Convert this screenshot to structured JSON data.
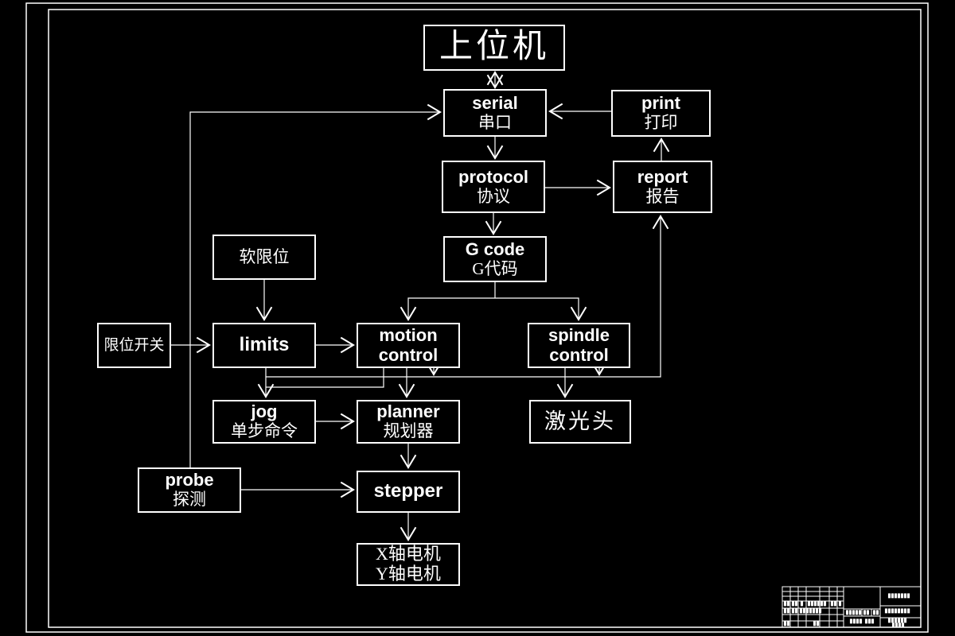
{
  "drawing": {
    "background_color": "#000000",
    "line_color": "#ffffff",
    "type": "CAD flowchart - laser CNC control system architecture"
  },
  "diagram": {
    "nodes": {
      "host": {
        "lines": [
          "上位机"
        ]
      },
      "serial": {
        "lines": [
          "serial",
          "串口"
        ]
      },
      "print": {
        "lines": [
          "print",
          "打印"
        ]
      },
      "protocol": {
        "lines": [
          "protocol",
          "协议"
        ]
      },
      "report": {
        "lines": [
          "report",
          "报告"
        ]
      },
      "gcode": {
        "lines": [
          "G code",
          "G代码"
        ]
      },
      "softlimit": {
        "lines": [
          "软限位"
        ]
      },
      "limitswitch": {
        "lines": [
          "限位开关"
        ]
      },
      "limits": {
        "lines": [
          "limits"
        ]
      },
      "motion": {
        "lines": [
          "motion",
          "control"
        ]
      },
      "spindle": {
        "lines": [
          "spindle",
          "control"
        ]
      },
      "jog": {
        "lines": [
          "jog",
          "单步命令"
        ]
      },
      "planner": {
        "lines": [
          "planner",
          "规划器"
        ]
      },
      "laser": {
        "lines": [
          "激光头"
        ]
      },
      "probe": {
        "lines": [
          "probe",
          "探测"
        ]
      },
      "stepper": {
        "lines": [
          "stepper"
        ]
      },
      "motors": {
        "lines": [
          "X轴电机",
          "Y轴电机"
        ]
      }
    },
    "edges": [
      {
        "from": "host",
        "to": "serial",
        "bidirectional": true
      },
      {
        "from": "print",
        "to": "serial"
      },
      {
        "from": "probe",
        "to": "serial"
      },
      {
        "from": "serial",
        "to": "protocol"
      },
      {
        "from": "protocol",
        "to": "report"
      },
      {
        "from": "report",
        "to": "print"
      },
      {
        "from": "protocol",
        "to": "gcode"
      },
      {
        "from": "gcode",
        "to": "motion"
      },
      {
        "from": "gcode",
        "to": "spindle"
      },
      {
        "from": "softlimit",
        "to": "limits"
      },
      {
        "from": "limitswitch",
        "to": "limits"
      },
      {
        "from": "limits",
        "to": "motion"
      },
      {
        "from": "limits",
        "to": "jog"
      },
      {
        "from": "motion",
        "to": "jog"
      },
      {
        "from": "motion",
        "to": "planner"
      },
      {
        "from": "motion",
        "to": "report"
      },
      {
        "from": "spindle",
        "to": "report"
      },
      {
        "from": "spindle",
        "to": "laser"
      },
      {
        "from": "jog",
        "to": "planner"
      },
      {
        "from": "planner",
        "to": "stepper"
      },
      {
        "from": "probe",
        "to": "stepper"
      },
      {
        "from": "stepper",
        "to": "motors"
      }
    ]
  },
  "titleblock": {
    "note": "text in title block is sub-legible in source image; rendered as pixel blobs",
    "row_a": [
      "██",
      "██",
      "█",
      "██████",
      "██",
      "█"
    ],
    "row_b": [
      "██",
      "██",
      "███████"
    ],
    "row_c": [
      "██",
      "██"
    ],
    "mid": [
      "█████",
      "██",
      "██",
      "████",
      "███"
    ],
    "right": [
      "███████",
      "████████",
      "██████",
      "████"
    ]
  }
}
